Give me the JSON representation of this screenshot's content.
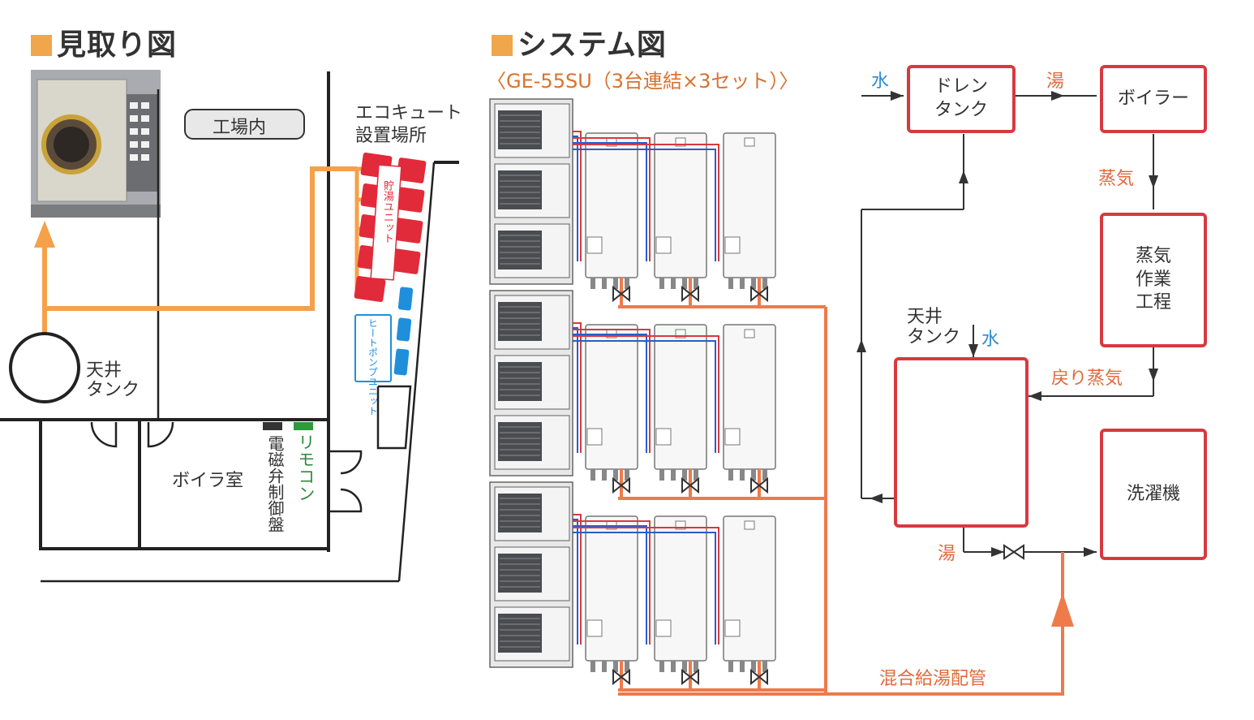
{
  "left": {
    "title": "見取り図",
    "factory_label": "工場内",
    "ecocute_location": [
      "エコキュート",
      "設置場所"
    ],
    "storage_unit": "貯湯ユニット",
    "heatpump_unit": "ヒートポンプユニット",
    "ceiling_tank": [
      "天井",
      "タンク"
    ],
    "boiler_room": "ボイラ室",
    "solenoid_panel": "電磁弁制御盤",
    "remote": "リモコン"
  },
  "right": {
    "title": "システム図",
    "subtitle": "〈GE-55SU（3台連結×3セット）〉",
    "water_in": "水",
    "hot_water_1": "湯",
    "drain_tank": [
      "ドレン",
      "タンク"
    ],
    "boiler": "ボイラー",
    "steam": "蒸気",
    "steam_process": [
      "蒸気",
      "作業",
      "工程"
    ],
    "ceiling_tank": [
      "天井",
      "タンク"
    ],
    "water_in_2": "水",
    "return_steam": "戻り蒸気",
    "hot_water_2": "湯",
    "washer": "洗濯機",
    "mixed_pipe": "混合給湯配管"
  },
  "colors": {
    "accent_square": "#f0a64a",
    "box_border": "#d63a3f",
    "pipe_orange": "#ef7a4a",
    "pipe_light": "#f4a14a",
    "storage_red": "#e12b3a",
    "heatpump_blue": "#1f8fdc"
  }
}
